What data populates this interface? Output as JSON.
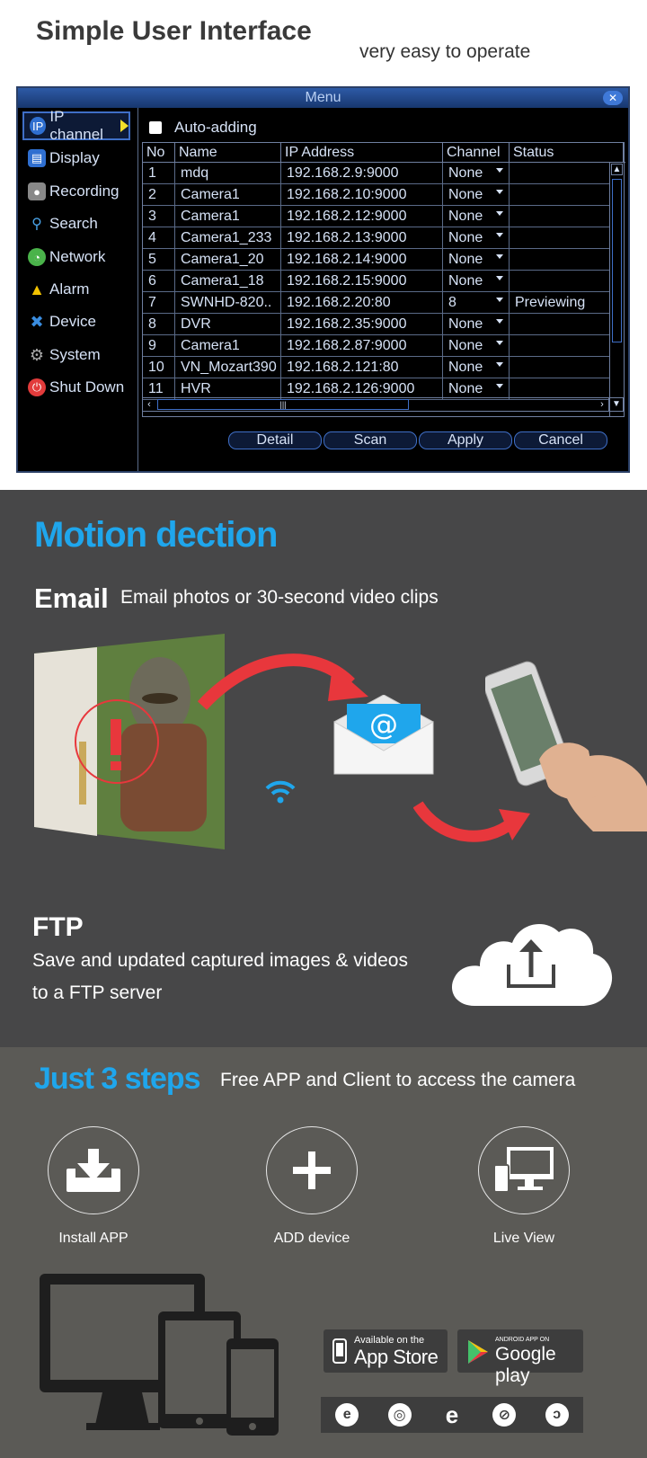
{
  "section1": {
    "title": "Simple User Interface",
    "subtitle": "very easy to operate",
    "window": {
      "title": "Menu",
      "close": "✕",
      "sidebar": [
        {
          "label": "IP channel",
          "icon": "ip-channel-icon",
          "color": "#2f6fd0",
          "active": true
        },
        {
          "label": "Display",
          "icon": "display-icon",
          "color": "#2f6fd0"
        },
        {
          "label": "Recording",
          "icon": "recording-icon",
          "color": "#888888"
        },
        {
          "label": "Search",
          "icon": "search-icon",
          "color": "#4aa3e8"
        },
        {
          "label": "Network",
          "icon": "network-icon",
          "color": "#4ab34a"
        },
        {
          "label": "Alarm",
          "icon": "alarm-icon",
          "color": "#f2c200"
        },
        {
          "label": "Device",
          "icon": "device-icon",
          "color": "#3a8de0"
        },
        {
          "label": "System",
          "icon": "system-icon",
          "color": "#999999"
        },
        {
          "label": "Shut Down",
          "icon": "shutdown-icon",
          "color": "#e23b3b"
        }
      ],
      "auto_adding": "Auto-adding",
      "columns": [
        "No",
        "Name",
        "IP Address",
        "Channel",
        "Status"
      ],
      "rows": [
        {
          "no": "1",
          "name": "mdq",
          "ip": "192.168.2.9:9000",
          "channel": "None",
          "status": ""
        },
        {
          "no": "2",
          "name": "Camera1",
          "ip": "192.168.2.10:9000",
          "channel": "None",
          "status": ""
        },
        {
          "no": "3",
          "name": "Camera1",
          "ip": "192.168.2.12:9000",
          "channel": "None",
          "status": ""
        },
        {
          "no": "4",
          "name": "Camera1_233",
          "ip": "192.168.2.13:9000",
          "channel": "None",
          "status": ""
        },
        {
          "no": "5",
          "name": "Camera1_20",
          "ip": "192.168.2.14:9000",
          "channel": "None",
          "status": ""
        },
        {
          "no": "6",
          "name": "Camera1_18",
          "ip": "192.168.2.15:9000",
          "channel": "None",
          "status": ""
        },
        {
          "no": "7",
          "name": "SWNHD-820..",
          "ip": "192.168.2.20:80",
          "channel": "8",
          "status": "Previewing"
        },
        {
          "no": "8",
          "name": "DVR",
          "ip": "192.168.2.35:9000",
          "channel": "None",
          "status": ""
        },
        {
          "no": "9",
          "name": "Camera1",
          "ip": "192.168.2.87:9000",
          "channel": "None",
          "status": ""
        },
        {
          "no": "10",
          "name": "VN_Mozart390",
          "ip": "192.168.2.121:80",
          "channel": "None",
          "status": ""
        },
        {
          "no": "11",
          "name": "HVR",
          "ip": "192.168.2.126:9000",
          "channel": "None",
          "status": ""
        }
      ],
      "buttons": {
        "detail": "Detail",
        "scan": "Scan",
        "apply": "Apply",
        "cancel": "Cancel"
      }
    }
  },
  "section2": {
    "title": "Motion dection",
    "email_title": "Email",
    "email_desc": "Email photos or 30-second video clips",
    "ftp_title": "FTP",
    "ftp_desc_line1": "Save and updated captured images & videos",
    "ftp_desc_line2": "to a FTP server",
    "colors": {
      "accent": "#1fa6ec",
      "arrow": "#e8373c",
      "background": "#474748"
    }
  },
  "section3": {
    "title": "Just 3 steps",
    "subtitle": "Free APP and Client to access the camera",
    "steps": [
      {
        "label": "Install APP",
        "icon": "download-icon"
      },
      {
        "label": "ADD device",
        "icon": "plus-icon"
      },
      {
        "label": "Live View",
        "icon": "devices-icon"
      }
    ],
    "app_store": {
      "small": "Available on the",
      "big": "App Store"
    },
    "google_play": {
      "small": "ANDROID APP ON",
      "big": "Google play"
    },
    "browsers": [
      "ie-icon",
      "chrome-icon",
      "edge-icon",
      "safari-icon",
      "firefox-icon"
    ]
  }
}
